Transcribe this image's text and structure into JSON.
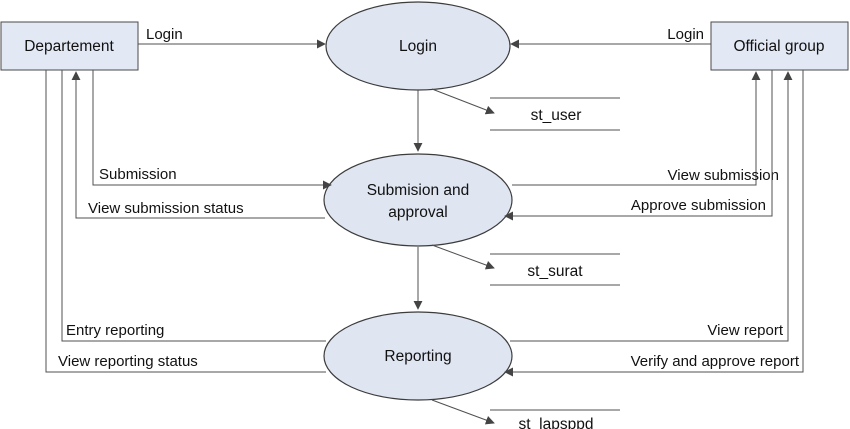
{
  "entities": {
    "departement": "Departement",
    "official_group": "Official group"
  },
  "processes": {
    "login": "Login",
    "submission_line1": "Submision and",
    "submission_line2": "approval",
    "reporting": "Reporting"
  },
  "data_stores": {
    "user": "st_user",
    "surat": "st_surat",
    "lapsppd": "st_lapsppd"
  },
  "flows": {
    "dept_login": "Login",
    "official_login": "Login",
    "submission": "Submission",
    "view_submission_status": "View submission status",
    "view_submission": "View submission",
    "approve_submission": "Approve  submission",
    "entry_reporting": "Entry reporting",
    "view_reporting_status": "View reporting status",
    "view_report": "View report",
    "verify_approve_report": "Verify and approve report"
  }
}
